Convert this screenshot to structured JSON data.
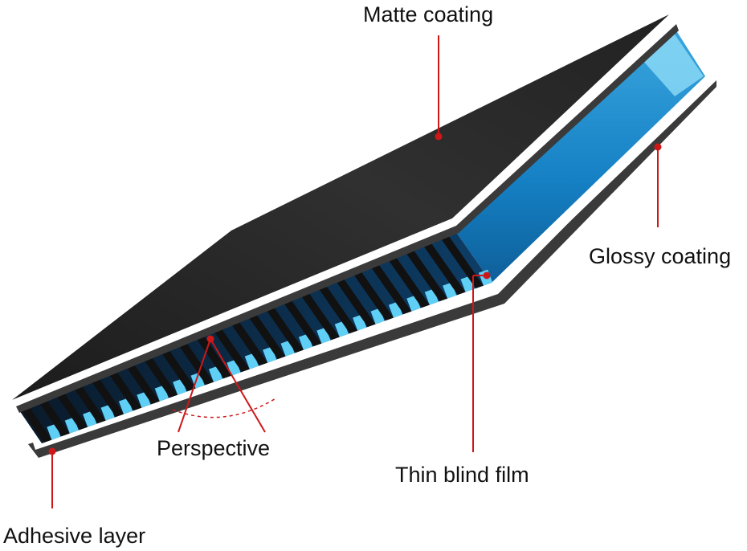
{
  "labels": {
    "matte": "Matte coating",
    "glossy": "Glossy coating",
    "perspective": "Perspective",
    "thin_blind": "Thin blind film",
    "adhesive": "Adhesive layer"
  },
  "colors": {
    "leader": "#cc1818",
    "top_surface": "#2a2a2a",
    "frame": "#3a3a3a",
    "blue_light": "#5fcff5",
    "blue_deep": "#0f6fae",
    "slat": "#111111"
  },
  "structure": {
    "slat_count": 25
  }
}
